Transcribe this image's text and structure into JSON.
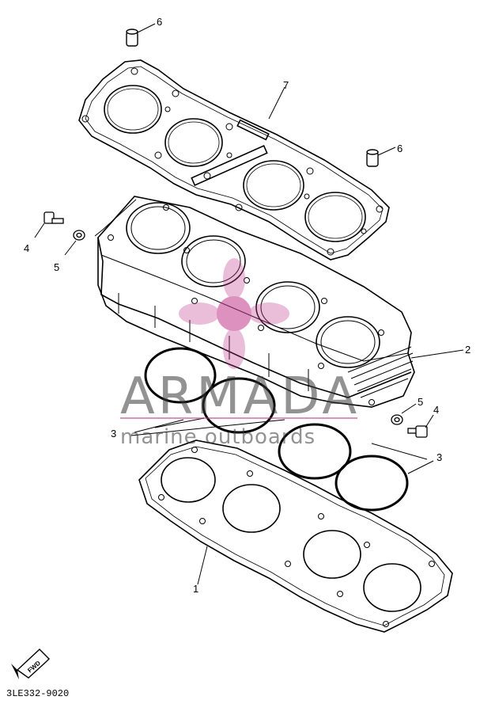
{
  "diagram": {
    "callouts": [
      {
        "id": "c1",
        "label": "1"
      },
      {
        "id": "c2",
        "label": "2"
      },
      {
        "id": "c3a",
        "label": "3"
      },
      {
        "id": "c3b",
        "label": "3"
      },
      {
        "id": "c4a",
        "label": "4"
      },
      {
        "id": "c4b",
        "label": "4"
      },
      {
        "id": "c5a",
        "label": "5"
      },
      {
        "id": "c5b",
        "label": "5"
      },
      {
        "id": "c6a",
        "label": "6"
      },
      {
        "id": "c6b",
        "label": "6"
      },
      {
        "id": "c7",
        "label": "7"
      }
    ],
    "direction_badge": "FWD",
    "diagram_code": "3LE332-9020"
  },
  "watermark": {
    "brand": "ARMADA",
    "tagline": "marine outboards",
    "color": "#c0388a"
  },
  "colors": {
    "line": "#000000",
    "background": "#ffffff"
  }
}
